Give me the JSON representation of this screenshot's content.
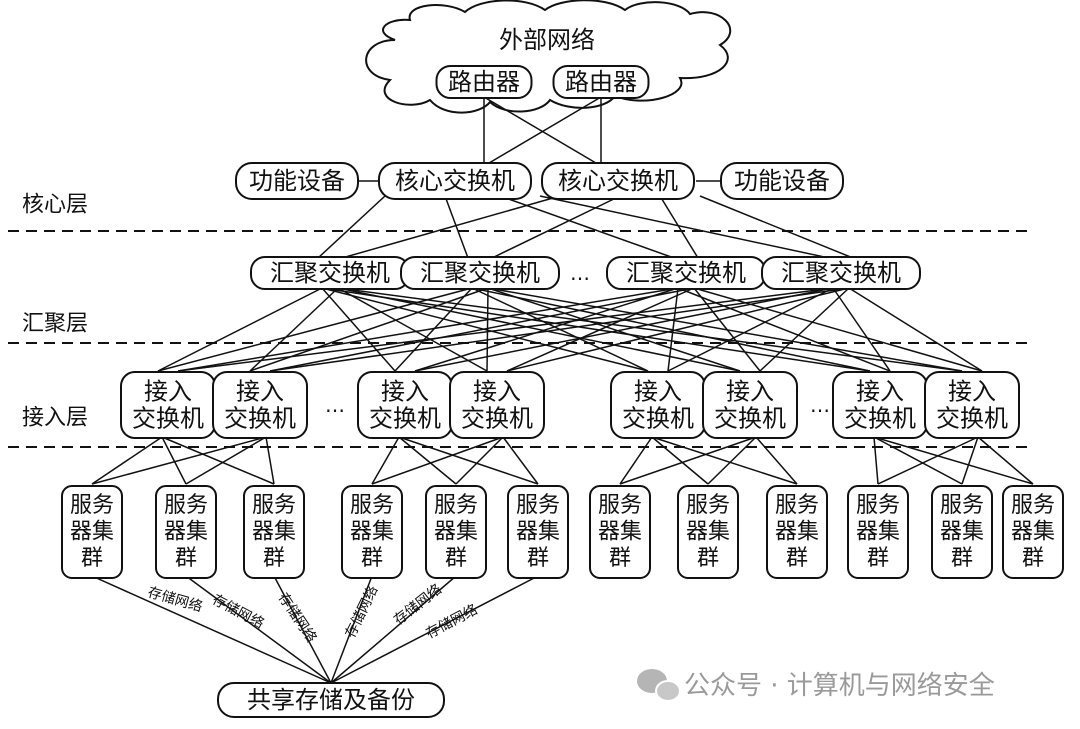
{
  "cloud_label": "外部网络",
  "router_label": "路由器",
  "core_switch_label": "核心交换机",
  "function_device_label": "功能设备",
  "agg_switch_label": "汇聚交换机",
  "access_switch_lines": [
    "接入",
    "交换机"
  ],
  "server_cluster_lines": [
    "服务",
    "器集",
    "群"
  ],
  "storage_network_label": "存储网络",
  "shared_storage_label": "共享存储及备份",
  "ellipsis": "…",
  "layers": [
    "核心层",
    "汇聚层",
    "接入层"
  ],
  "watermark": "公众号 · 计算机与网络安全"
}
